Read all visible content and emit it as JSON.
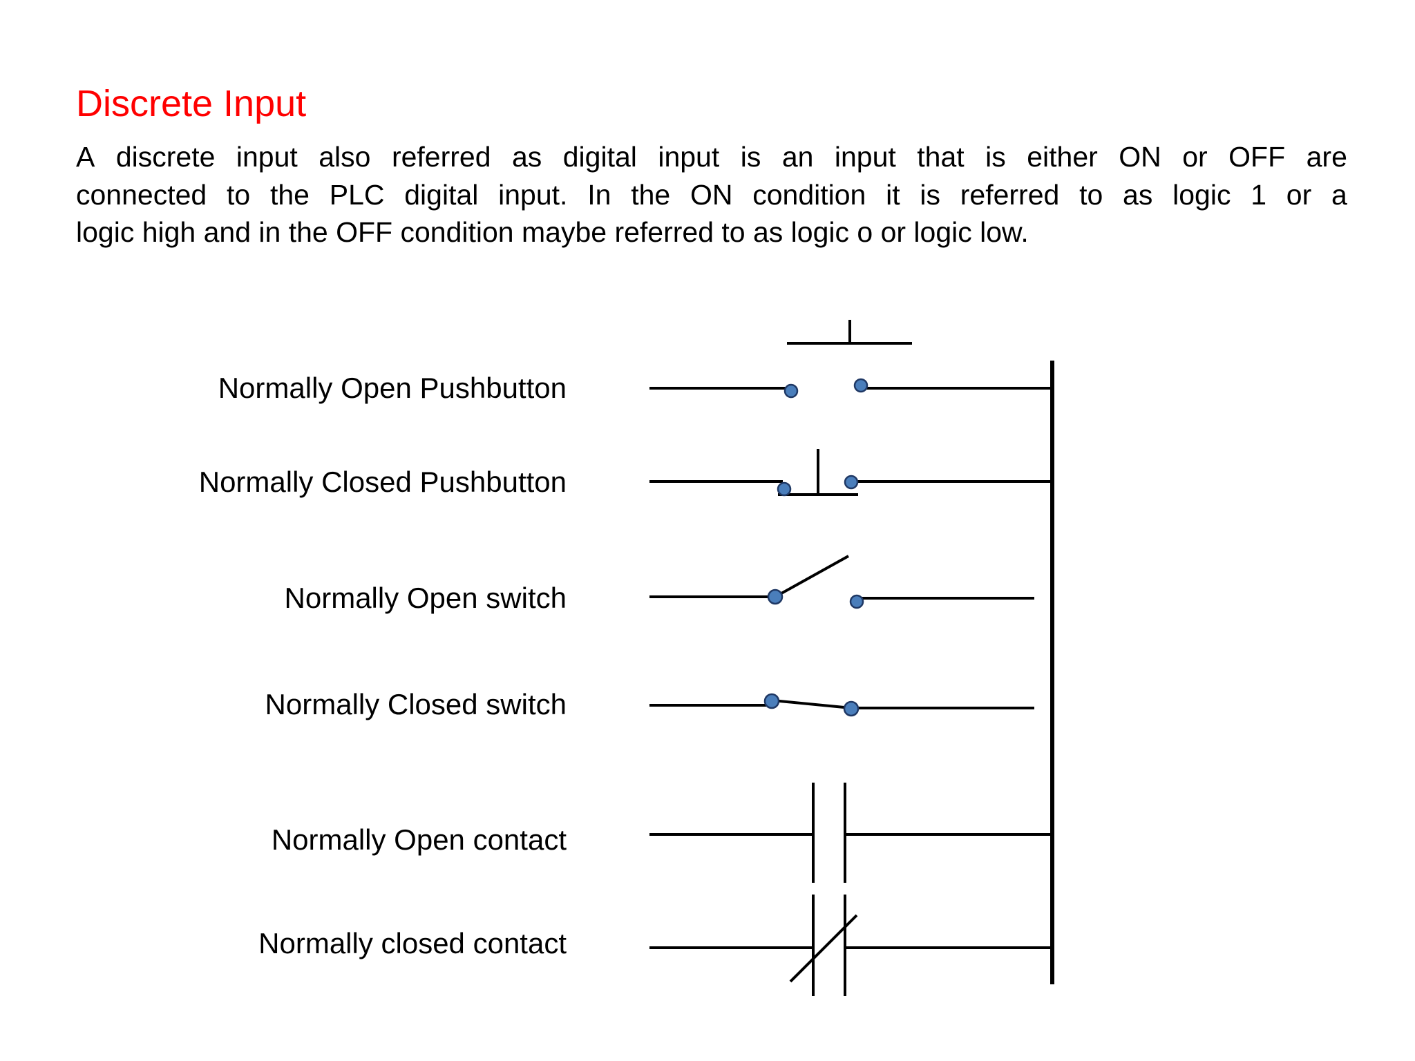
{
  "slide": {
    "title": "Discrete Input",
    "title_color": "#ff0000",
    "background_color": "#ffffff",
    "body_paragraph": "A discrete input also referred as digital input is an input that is either ON or OFF are connected to the PLC digital input. In the ON condition it is referred to as logic 1 or a logic high and in the OFF condition maybe referred to as logic o or logic low.",
    "body_lines": [
      "A discrete input also referred as digital input is an input that is either ON or OFF are",
      "connected to the PLC digital input. In the ON condition it is referred to as logic 1 or a",
      "logic high and in the OFF condition maybe referred to as logic o or logic low."
    ]
  },
  "symbol_table": {
    "rows": [
      {
        "label": "Normally Open Pushbutton",
        "symbol": "normally-open-pushbutton",
        "state": "open",
        "terminals": 2,
        "connects_to_rail": true
      },
      {
        "label": "Normally Closed Pushbutton",
        "symbol": "normally-closed-pushbutton",
        "state": "closed",
        "terminals": 2,
        "connects_to_rail": true
      },
      {
        "label": "Normally Open switch",
        "symbol": "normally-open-switch",
        "state": "open",
        "terminals": 2,
        "connects_to_rail": false
      },
      {
        "label": "Normally Closed switch",
        "symbol": "normally-closed-switch",
        "state": "closed",
        "terminals": 2,
        "connects_to_rail": false
      },
      {
        "label": "Normally Open contact",
        "symbol": "normally-open-contact",
        "state": "open",
        "terminals": 0,
        "connects_to_rail": true
      },
      {
        "label": "Normally closed contact",
        "symbol": "normally-closed-contact",
        "state": "closed",
        "terminals": 0,
        "connects_to_rail": true
      }
    ],
    "colors": {
      "wire": "#000000",
      "terminal_fill": "#4a7ebb",
      "terminal_stroke": "#1f3864"
    }
  }
}
